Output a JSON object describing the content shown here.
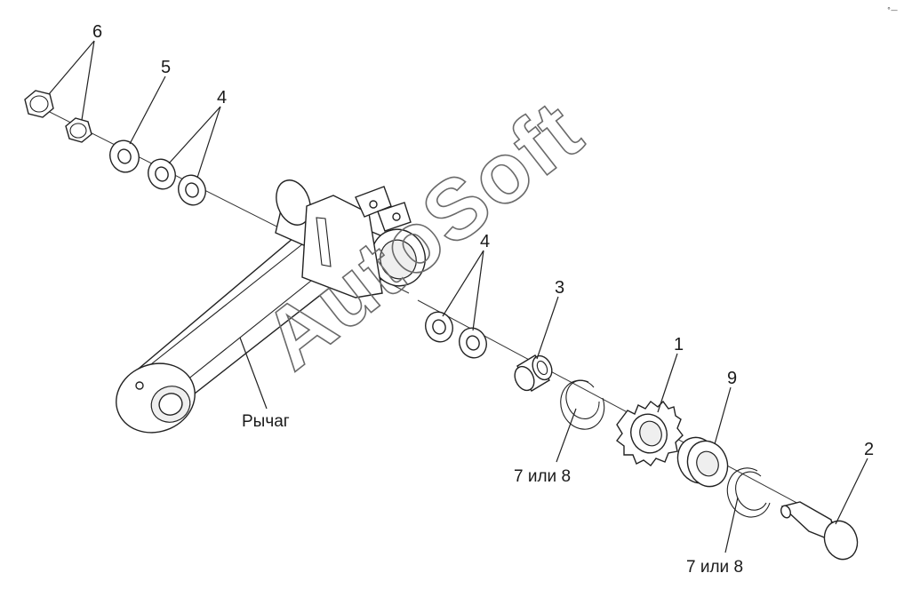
{
  "watermark": {
    "text": "AutoSoft",
    "stroke_color": "#6a6a6a"
  },
  "corner_mark": {
    "text": "°—"
  },
  "labels": {
    "l1": "1",
    "l2": "2",
    "l3": "3",
    "l4a": "4",
    "l4b": "4",
    "l5": "5",
    "l6": "6",
    "l7a": "7 или 8",
    "l7b": "7 или 8",
    "l9": "9",
    "lever": "Рычаг"
  },
  "colors": {
    "line": "#222222",
    "fill": "#ffffff"
  }
}
